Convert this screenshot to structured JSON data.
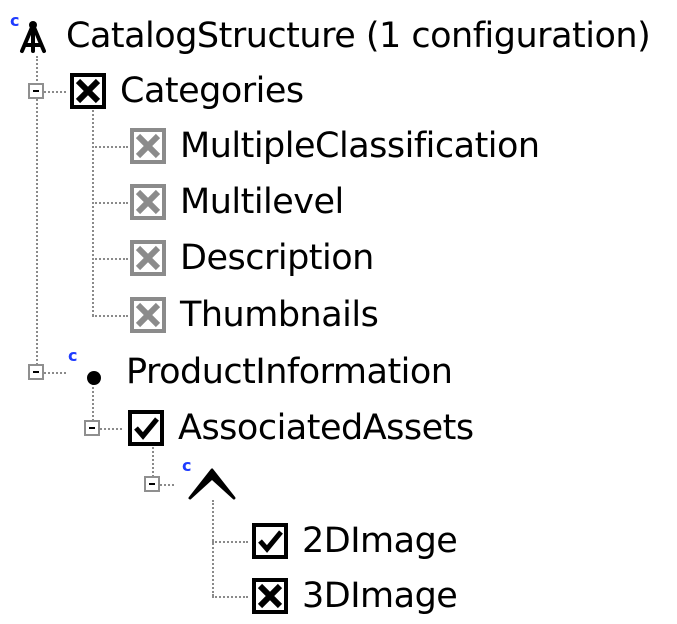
{
  "tree": {
    "root": {
      "label": "CatalogStructure (1 configuration)",
      "icon": "feature-model-icon",
      "badge": "c"
    },
    "categories": {
      "label": "Categories",
      "state": "excluded",
      "children": [
        {
          "label": "MultipleClassification",
          "state": "excluded-disabled"
        },
        {
          "label": "Multilevel",
          "state": "excluded-disabled"
        },
        {
          "label": "Description",
          "state": "excluded-disabled"
        },
        {
          "label": "Thumbnails",
          "state": "excluded-disabled"
        }
      ]
    },
    "product_information": {
      "label": "ProductInformation",
      "icon": "mandatory-feature-dot-icon",
      "badge": "c",
      "associated_assets": {
        "label": "AssociatedAssets",
        "state": "checked",
        "group": {
          "icon": "alternative-group-icon",
          "badge": "c"
        },
        "children": [
          {
            "label": "2DImage",
            "state": "checked"
          },
          {
            "label": "3DImage",
            "state": "excluded"
          }
        ]
      }
    }
  }
}
